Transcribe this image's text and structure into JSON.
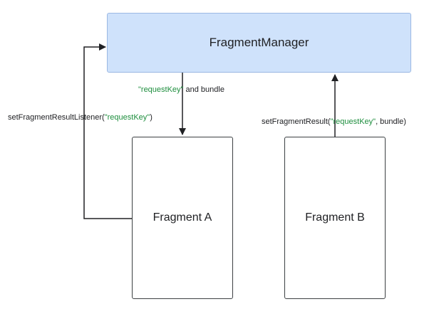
{
  "nodes": {
    "fragment_manager": "FragmentManager",
    "fragment_a": "Fragment A",
    "fragment_b": "Fragment B"
  },
  "edges": {
    "listener": {
      "prefix": "setFragmentResultListener(",
      "key": "\"requestKey\"",
      "suffix": ")"
    },
    "delivery": {
      "key": "\"requestKey\"",
      "suffix": " and bundle"
    },
    "result": {
      "prefix": "setFragmentResult(",
      "key": "\"requestKey\"",
      "suffix": ", bundle)"
    }
  },
  "colors": {
    "manager_fill": "#cfe2fb",
    "manager_border": "#9bb8e3",
    "key_text": "#1e8e3e",
    "line": "#202124"
  }
}
